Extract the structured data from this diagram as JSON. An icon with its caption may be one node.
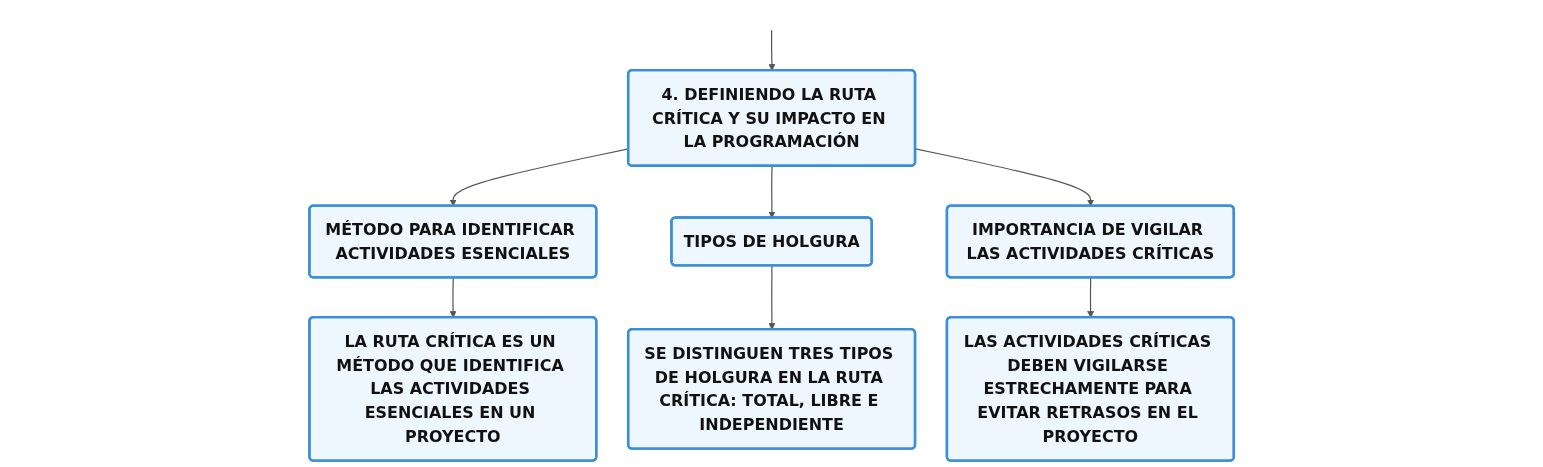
{
  "diagram": {
    "nodes": [
      {
        "text": [
          "4. DEFINIENDO LA RUTA CRÍTICA Y SU IMPACTO EN LA PROGRAMACIÓN"
        ]
      },
      {
        "text": [
          "MÉTODO PARA IDENTIFICAR ACTIVIDADES ESENCIALES"
        ]
      },
      {
        "text": [
          "TIPOS DE HOLGURA"
        ]
      },
      {
        "text": [
          "IMPORTANCIA DE VIGILAR LAS ACTIVIDADES CRÍTICAS"
        ]
      },
      {
        "text": [
          "LA RUTA CRÍTICA ES UN MÉTODO QUE IDENTIFICA LAS ACTIVIDADES ESENCIALES EN UN PROYECTO"
        ]
      },
      {
        "text": [
          "SE DISTINGUEN TRES TIPOS DE HOLGURA EN LA RUTA CRÍTICA: TOTAL, LIBRE E INDEPENDIENTE"
        ]
      },
      {
        "text": [
          "LAS ACTIVIDADES CRÍTICAS DEBEN VIGILARSE ESTRECHAMENTE PARA EVITAR RETRASOS EN EL PROYECTO"
        ]
      }
    ],
    "edges": [
      {
        "from": null,
        "to": 0,
        "arrow": "to"
      },
      {
        "from": 0,
        "to": 1,
        "arrow": "to"
      },
      {
        "from": 0,
        "to": 2,
        "arrow": "to"
      },
      {
        "from": 0,
        "to": 3,
        "arrow": "to"
      },
      {
        "from": 1,
        "to": 4,
        "arrow": "to"
      },
      {
        "from": 2,
        "to": 5,
        "arrow": "to"
      },
      {
        "from": 3,
        "to": 6,
        "arrow": "to"
      }
    ]
  }
}
